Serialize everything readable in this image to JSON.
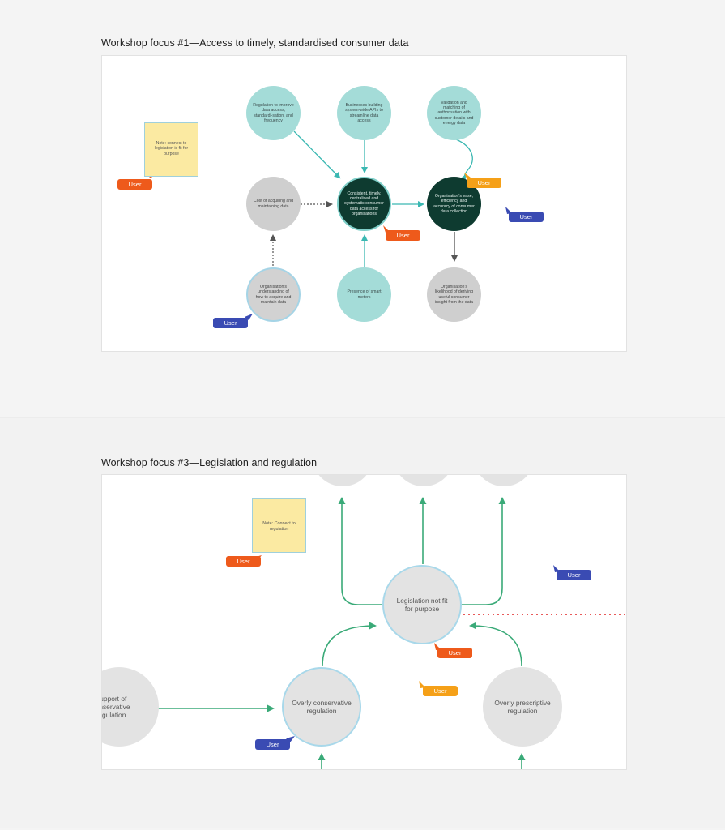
{
  "sections": [
    {
      "title": "Workshop focus #1—Access to timely, standardised consumer data",
      "note": "Note: connect to legislation is fit for purpose",
      "nodes": {
        "regulation": "Regulation to improve data access, standardi-sation, and frequency",
        "businesses": "Businesses building system-wide APIs to streamline data access",
        "validation": "Validation and matching of authorisation with customer details and energy data",
        "cost": "Cost of acquiring and maintaining data",
        "central": "Consistent, timely, centralised and systematic consumer data access for organisations",
        "organisations_ease": "Organisation's ease, efficiency and accuracy of consumer data collection",
        "understanding": "Organisation's understanding of how to acquire and maintain data",
        "smart_meters": "Presence of smart meters",
        "likelihood": "Organisation's likelihood of deriving useful consumer insight from the data"
      },
      "cursors": [
        {
          "label": "User",
          "color": "orange"
        },
        {
          "label": "User",
          "color": "yellow"
        },
        {
          "label": "User",
          "color": "blue"
        },
        {
          "label": "User",
          "color": "orange"
        },
        {
          "label": "User",
          "color": "blue"
        }
      ]
    },
    {
      "title": "Workshop focus #3—Legislation and regulation",
      "note": "Note: Connect to regulation",
      "nodes": {
        "legislation": "Legislation not fit for purpose",
        "support": "Support of conservative regulation",
        "conservative": "Overly conservative regulation",
        "prescriptive": "Overly prescriptive regulation"
      },
      "cursors": [
        {
          "label": "User",
          "color": "orange"
        },
        {
          "label": "User",
          "color": "blue"
        },
        {
          "label": "User",
          "color": "orange"
        },
        {
          "label": "User",
          "color": "yellow"
        },
        {
          "label": "User",
          "color": "blue"
        }
      ]
    }
  ],
  "colors": {
    "teal_node": "#a4dcd8",
    "dark_node": "#0e3b30",
    "teal_arrow": "#3bb8b2",
    "green_arrow": "#3aaa78",
    "dotted_red": "#e85a5a",
    "note_yellow": "#fbeaa2",
    "cursor_orange": "#ee5a1b",
    "cursor_yellow": "#f5a018",
    "cursor_blue": "#3a4bb3"
  }
}
